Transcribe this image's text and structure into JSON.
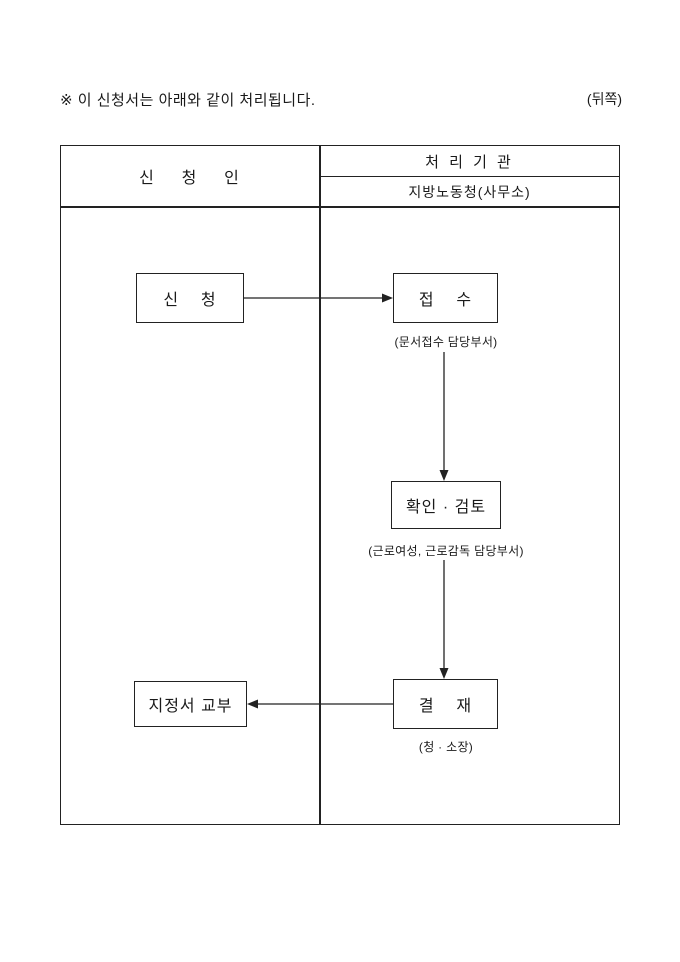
{
  "page": {
    "note": "※ 이 신청서는 아래와 같이 처리됩니다.",
    "back_label": "(뒤쪽)"
  },
  "table": {
    "applicant_header": "신    청    인",
    "agency_header": "처 리 기 관",
    "agency_sub_header": "지방노동청(사무소)"
  },
  "flow": {
    "apply_box": "신    청",
    "receipt_box": "접    수",
    "receipt_caption": "(문서접수 담당부서)",
    "review_box": "확인 · 검토",
    "review_caption": "(근로여성, 근로감독 담당부서)",
    "approval_box": "결    재",
    "approval_caption": "(청 · 소장)",
    "issue_box": "지정서 교부"
  }
}
